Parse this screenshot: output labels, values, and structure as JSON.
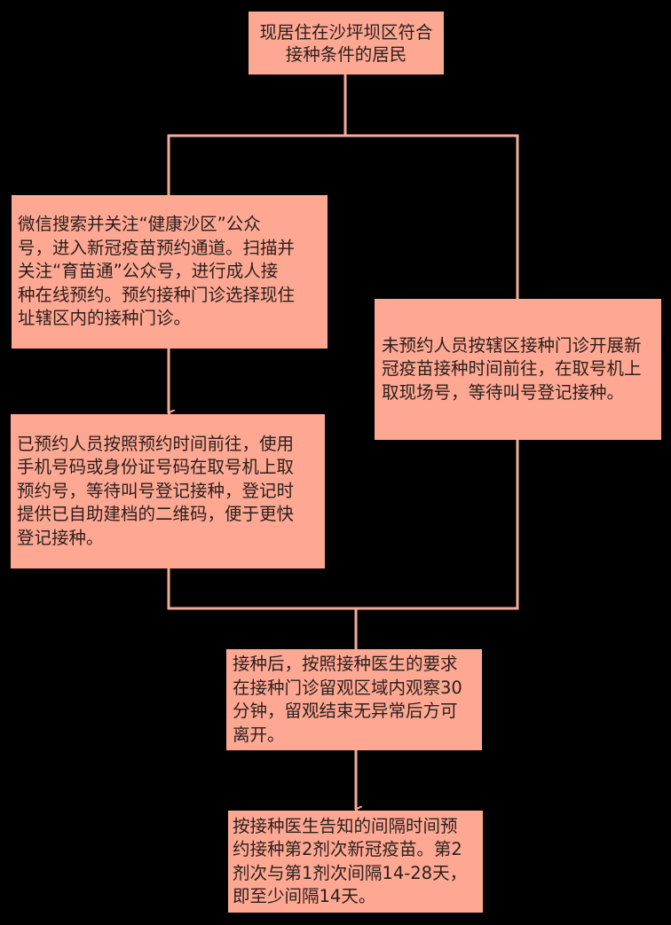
{
  "diagram": {
    "type": "flowchart",
    "colors": {
      "background": "#000000",
      "node_fill": "#FEA893",
      "connector": "#F4AC98",
      "text": "#2b1f1c"
    },
    "nodes": {
      "start": {
        "lines": [
          "现居住在沙坪坝区符合",
          "接种条件的居民"
        ]
      },
      "wechat_booking": {
        "lines": [
          "微信搜索并关注“健康沙区”公众",
          "号，进入新冠疫苗预约通道。扫描并",
          "关注“育苗通”公众号，进行成人接",
          "种在线预约。预约接种门诊选择现住",
          "址辖区内的接种门诊。"
        ]
      },
      "walk_in": {
        "lines": [
          "未预约人员按辖区接种门诊开展新",
          "冠疫苗接种时间前往，在取号机上",
          "取现场号，等待叫号登记接种。"
        ]
      },
      "booked_arrival": {
        "lines": [
          "已预约人员按照预约时间前往，使用",
          "手机号码或身份证号码在取号机上取",
          "预约号，等待叫号登记接种，登记时",
          "提供已自助建档的二维码，便于更快",
          "登记接种。"
        ]
      },
      "observation": {
        "lines": [
          "接种后，按照接种医生的要求",
          "在接种门诊留观区域内观察30",
          "分钟，留观结束无异常后方可",
          "离开。"
        ]
      },
      "second_dose": {
        "lines": [
          "按接种医生告知的间隔时间预",
          "约接种第2剂次新冠疫苗。第2",
          "剂次与第1剂次间隔14-28天，",
          "即至少间隔14天。"
        ]
      }
    },
    "edges": [
      {
        "from": "start",
        "to": "wechat_booking",
        "arrow": false
      },
      {
        "from": "start",
        "to": "walk_in",
        "arrow": false
      },
      {
        "from": "wechat_booking",
        "to": "booked_arrival",
        "arrow": true
      },
      {
        "from": "booked_arrival",
        "to": "observation",
        "arrow": false
      },
      {
        "from": "walk_in",
        "to": "observation",
        "arrow": false
      },
      {
        "from": "observation",
        "to": "second_dose",
        "arrow": true
      }
    ]
  }
}
